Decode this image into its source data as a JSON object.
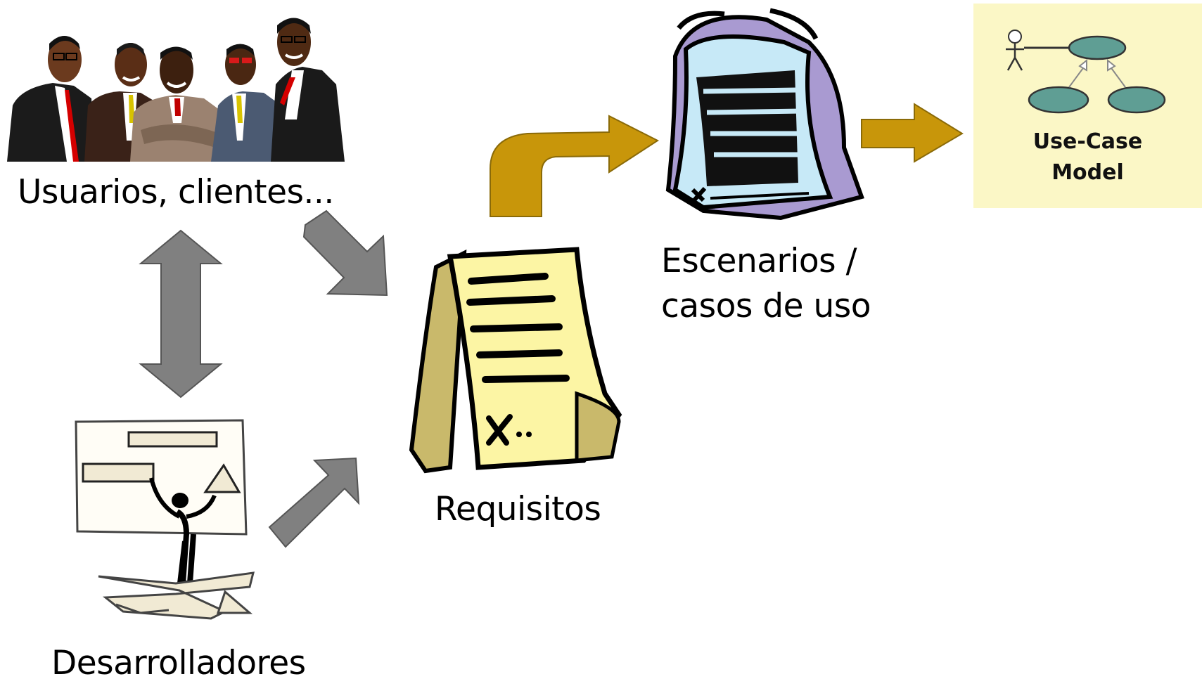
{
  "diagram": {
    "nodes": {
      "users": {
        "label": "Usuarios, clientes..."
      },
      "developers": {
        "label": "Desarrolladores"
      },
      "requirements": {
        "label": "Requisitos"
      },
      "scenarios": {
        "label_line1": "Escenarios /",
        "label_line2": "casos de uso"
      },
      "use_case_model": {
        "label_line1": "Use-Case",
        "label_line2": "Model"
      }
    },
    "edges": [
      {
        "from": "users",
        "to": "developers",
        "style": "double-arrow-gray"
      },
      {
        "from": "users",
        "to": "requirements",
        "style": "arrow-gray"
      },
      {
        "from": "developers",
        "to": "requirements",
        "style": "arrow-gray"
      },
      {
        "from": "requirements",
        "to": "scenarios",
        "style": "bent-arrow-gold"
      },
      {
        "from": "scenarios",
        "to": "use_case_model",
        "style": "arrow-gold"
      }
    ],
    "colors": {
      "gray_arrow": "#808080",
      "gold_arrow": "#c8960a",
      "use_case_background": "#fbf7c6",
      "use_case_ellipse": "#5f9e94",
      "scroll_blue": "#c7e9f7",
      "scroll_purple": "#a99ad1",
      "paper_yellow": "#fcf5a4",
      "paper_khaki": "#c9b96b"
    },
    "icons": [
      "business-people-icon",
      "developer-whiteboard-icon",
      "requirements-document-icon",
      "scenario-scroll-icon",
      "use-case-diagram-icon"
    ]
  }
}
